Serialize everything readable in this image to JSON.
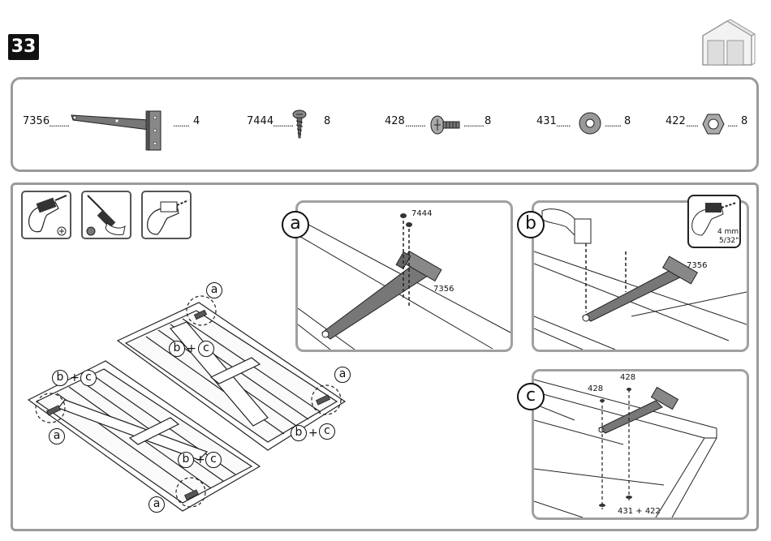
{
  "step_number": "33",
  "parts": [
    {
      "code": "7356",
      "qty": "4"
    },
    {
      "code": "7444",
      "qty": "8"
    },
    {
      "code": "428",
      "qty": "8"
    },
    {
      "code": "431",
      "qty": "8"
    },
    {
      "code": "422",
      "qty": "8"
    }
  ],
  "tools": [
    "drill-icon",
    "screwdriver-icon",
    "drill-bit-icon"
  ],
  "detail_a": {
    "letter": "a",
    "screw_label": "7444",
    "hinge_label": "7356"
  },
  "detail_b": {
    "letter": "b",
    "hinge_label": "7356",
    "bit_size_1": "4 mm",
    "bit_size_2": "5/32\""
  },
  "detail_c": {
    "letter": "c",
    "bolt_label_1": "428",
    "bolt_label_2": "428",
    "washer_nut_label": "431 + 422"
  },
  "overview_callouts": {
    "a": "a",
    "b": "b",
    "c": "c",
    "plus": "+"
  }
}
